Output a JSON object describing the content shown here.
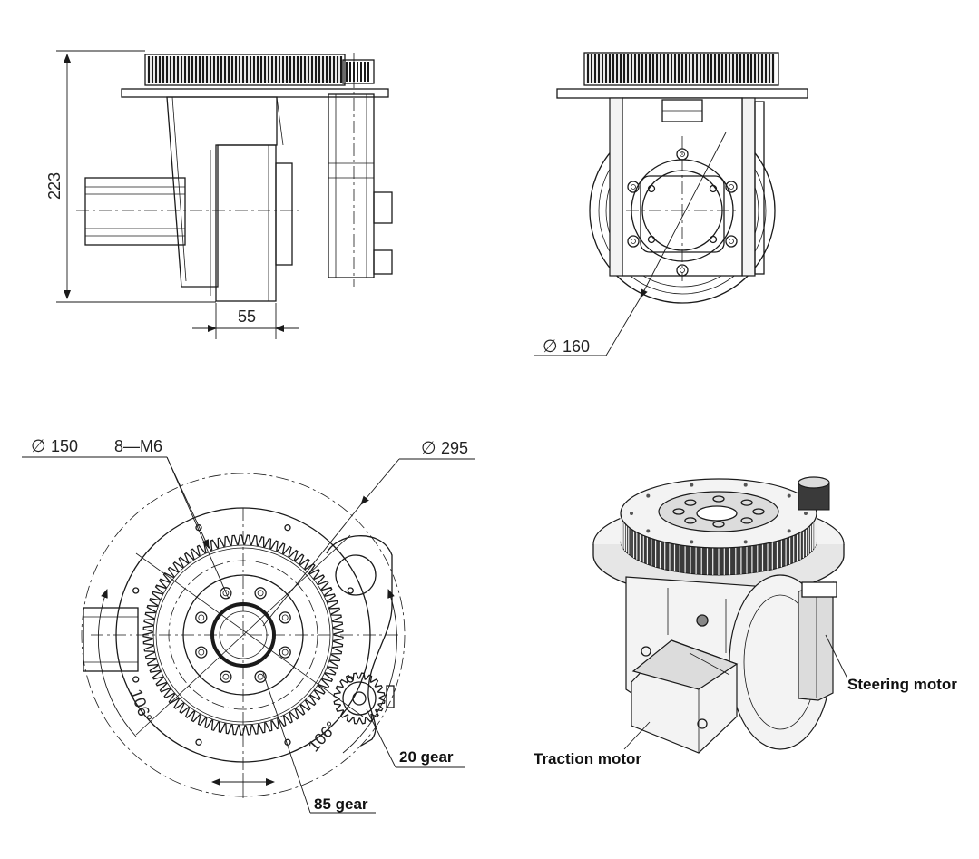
{
  "side_view": {
    "height_dim": "223",
    "width_dim": "55"
  },
  "front_view": {
    "diameter_dim": "160"
  },
  "top_view": {
    "bolt_circle_dim": "150",
    "bolt_spec": "8—M6",
    "outer_dim": "295",
    "angle_left": "106°",
    "angle_right": "106°",
    "small_gear_label": "20 gear",
    "large_gear_label": "85 gear"
  },
  "iso_view": {
    "steering_label": "Steering motor",
    "traction_label": "Traction motor"
  },
  "symbols": {
    "diameter": "∅"
  },
  "colors": {
    "line": "#1a1a1a",
    "background": "#ffffff"
  }
}
